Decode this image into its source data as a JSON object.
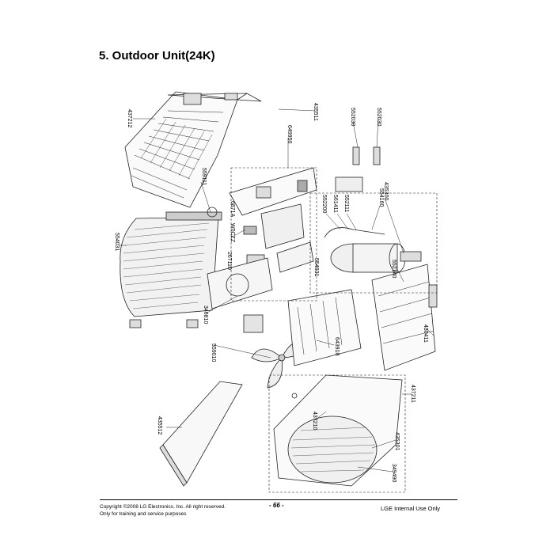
{
  "page": {
    "title": "5. Outdoor Unit(24K)",
    "footer": {
      "copyright": "Copyright ©2008 LG Electronics. Inc. All right reserved.",
      "usage": "Only for training and service purposes",
      "page_number": "- 66 -",
      "classification": "LGE Internal Use Only"
    }
  },
  "callouts": [
    "437212",
    "435511",
    "649950",
    "552030",
    "552030",
    "559111",
    "552200",
    "561411",
    "552111",
    "554160",
    "435300",
    "6871A",
    "W0CZZ",
    "554031",
    "554031",
    "267110",
    "346810",
    "559010",
    "643910",
    "430411",
    "552140",
    "437210",
    "437211",
    "435512",
    "435301",
    "349490"
  ]
}
